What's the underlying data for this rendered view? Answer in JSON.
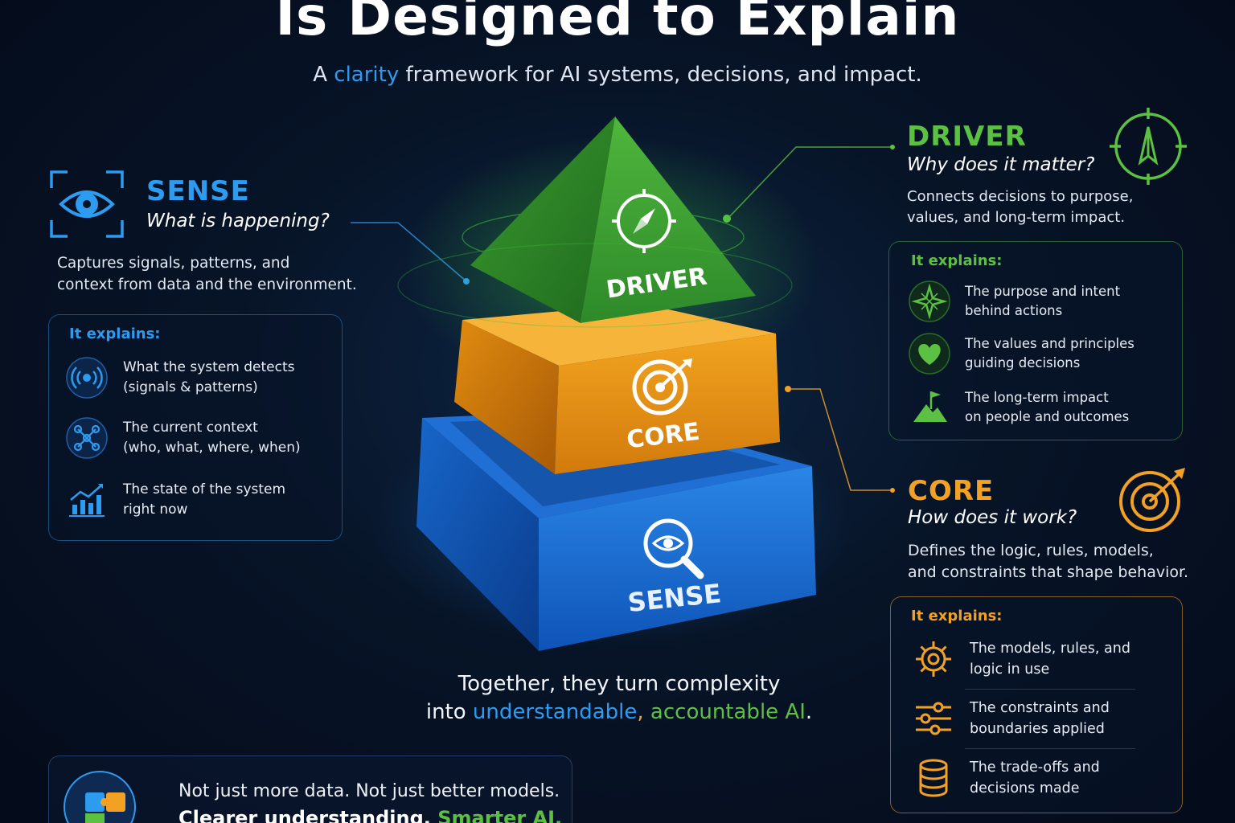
{
  "header": {
    "title": "Is Designed to Explain",
    "subtitle_pre": "A ",
    "subtitle_highlight": "clarity",
    "subtitle_post": " framework for AI systems, decisions, and impact."
  },
  "colors": {
    "sense": "#2d9bf0",
    "core": "#f2a125",
    "driver": "#5cc142"
  },
  "sense": {
    "title": "SENSE",
    "question": "What is happening?",
    "desc_line1": "Captures signals, patterns, and",
    "desc_line2": "context from data and the environment.",
    "panel_head": "It explains:",
    "items": [
      {
        "icon": "signal-icon",
        "line1": "What the system detects",
        "line2": "(signals & patterns)"
      },
      {
        "icon": "network-icon",
        "line1": "The current context",
        "line2": "(who, what, where, when)"
      },
      {
        "icon": "chart-icon",
        "line1": "The state of the system",
        "line2": "right now"
      }
    ]
  },
  "driver": {
    "title": "DRIVER",
    "question": "Why does it matter?",
    "desc_line1": "Connects decisions to purpose,",
    "desc_line2": "values, and long-term impact.",
    "panel_head": "It explains:",
    "items": [
      {
        "icon": "star-icon",
        "line1": "The purpose and intent",
        "line2": "behind actions"
      },
      {
        "icon": "heart-icon",
        "line1": "The values and principles",
        "line2": "guiding decisions"
      },
      {
        "icon": "mountain-flag-icon",
        "line1": "The long-term impact",
        "line2": "on people and outcomes"
      }
    ]
  },
  "core": {
    "title": "CORE",
    "question": "How does it work?",
    "desc_line1": "Defines the logic, rules, models,",
    "desc_line2": "and constraints that shape behavior.",
    "panel_head": "It explains:",
    "items": [
      {
        "icon": "gear-icon",
        "line1": "The models, rules, and",
        "line2": "logic in use"
      },
      {
        "icon": "sliders-icon",
        "line1": "The constraints and",
        "line2": "boundaries applied"
      },
      {
        "icon": "database-icon",
        "line1": "The trade-offs and",
        "line2": "decisions made"
      }
    ]
  },
  "pyramid": {
    "driver_label": "DRIVER",
    "core_label": "CORE",
    "sense_label": "SENSE"
  },
  "together": {
    "line1": "Together, they turn complexity",
    "line2_pre": "into ",
    "word_understandable": "understandable",
    "word_comma": ",",
    "word_accountable": "accountable AI",
    "line2_post": "."
  },
  "bottom": {
    "line1": "Not just more data. Not just better models.",
    "line2_pre": "Clearer understanding. ",
    "line2_highlight": "Smarter AI."
  }
}
